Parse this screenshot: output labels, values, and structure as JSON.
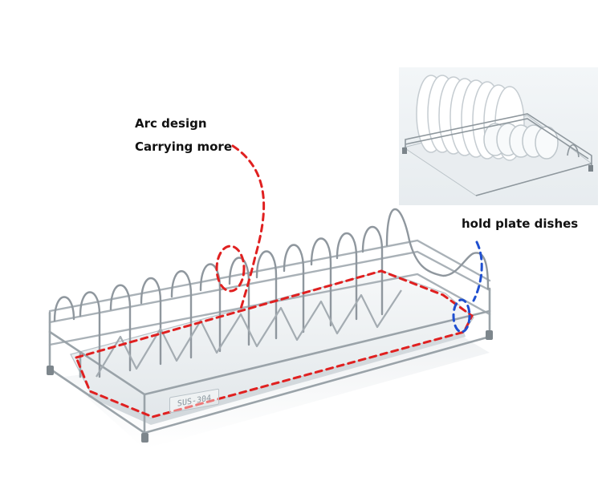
{
  "annotations": {
    "arc_design": "Arc design",
    "carrying_more": "Carrying more",
    "hold_plate_dishes": "hold plate dishes"
  },
  "product": {
    "tray_stamp": "SUS-304",
    "steel_color": "#c9ced3",
    "steel_dark": "#8f979e",
    "tray_color": "#eef1f3"
  },
  "callouts": {
    "red_color": "#e02020",
    "blue_color": "#1f4fd0"
  }
}
